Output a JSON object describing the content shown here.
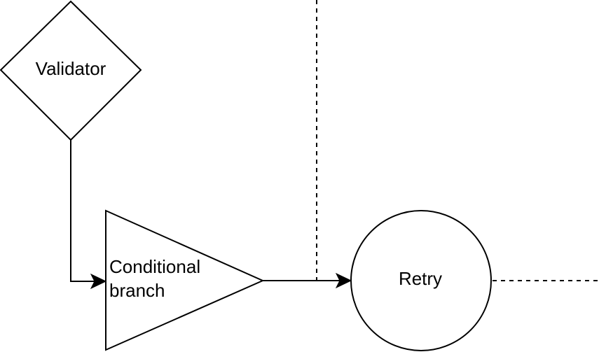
{
  "diagram": {
    "nodes": {
      "validator": {
        "label": "Validator",
        "shape": "diamond"
      },
      "conditional_branch": {
        "label_line1": "Conditional",
        "label_line2": "branch",
        "shape": "triangle"
      },
      "retry": {
        "label": "Retry",
        "shape": "circle"
      }
    },
    "edges": [
      {
        "from": "validator",
        "to": "conditional_branch",
        "style": "solid",
        "arrow": "end"
      },
      {
        "from": "conditional_branch",
        "to": "retry",
        "style": "solid",
        "arrow": "end"
      }
    ],
    "guides": [
      {
        "orientation": "vertical",
        "style": "dashed"
      },
      {
        "orientation": "horizontal",
        "style": "dashed"
      }
    ],
    "colors": {
      "stroke": "#000000",
      "fill": "#ffffff",
      "background": "#ffffff"
    }
  }
}
